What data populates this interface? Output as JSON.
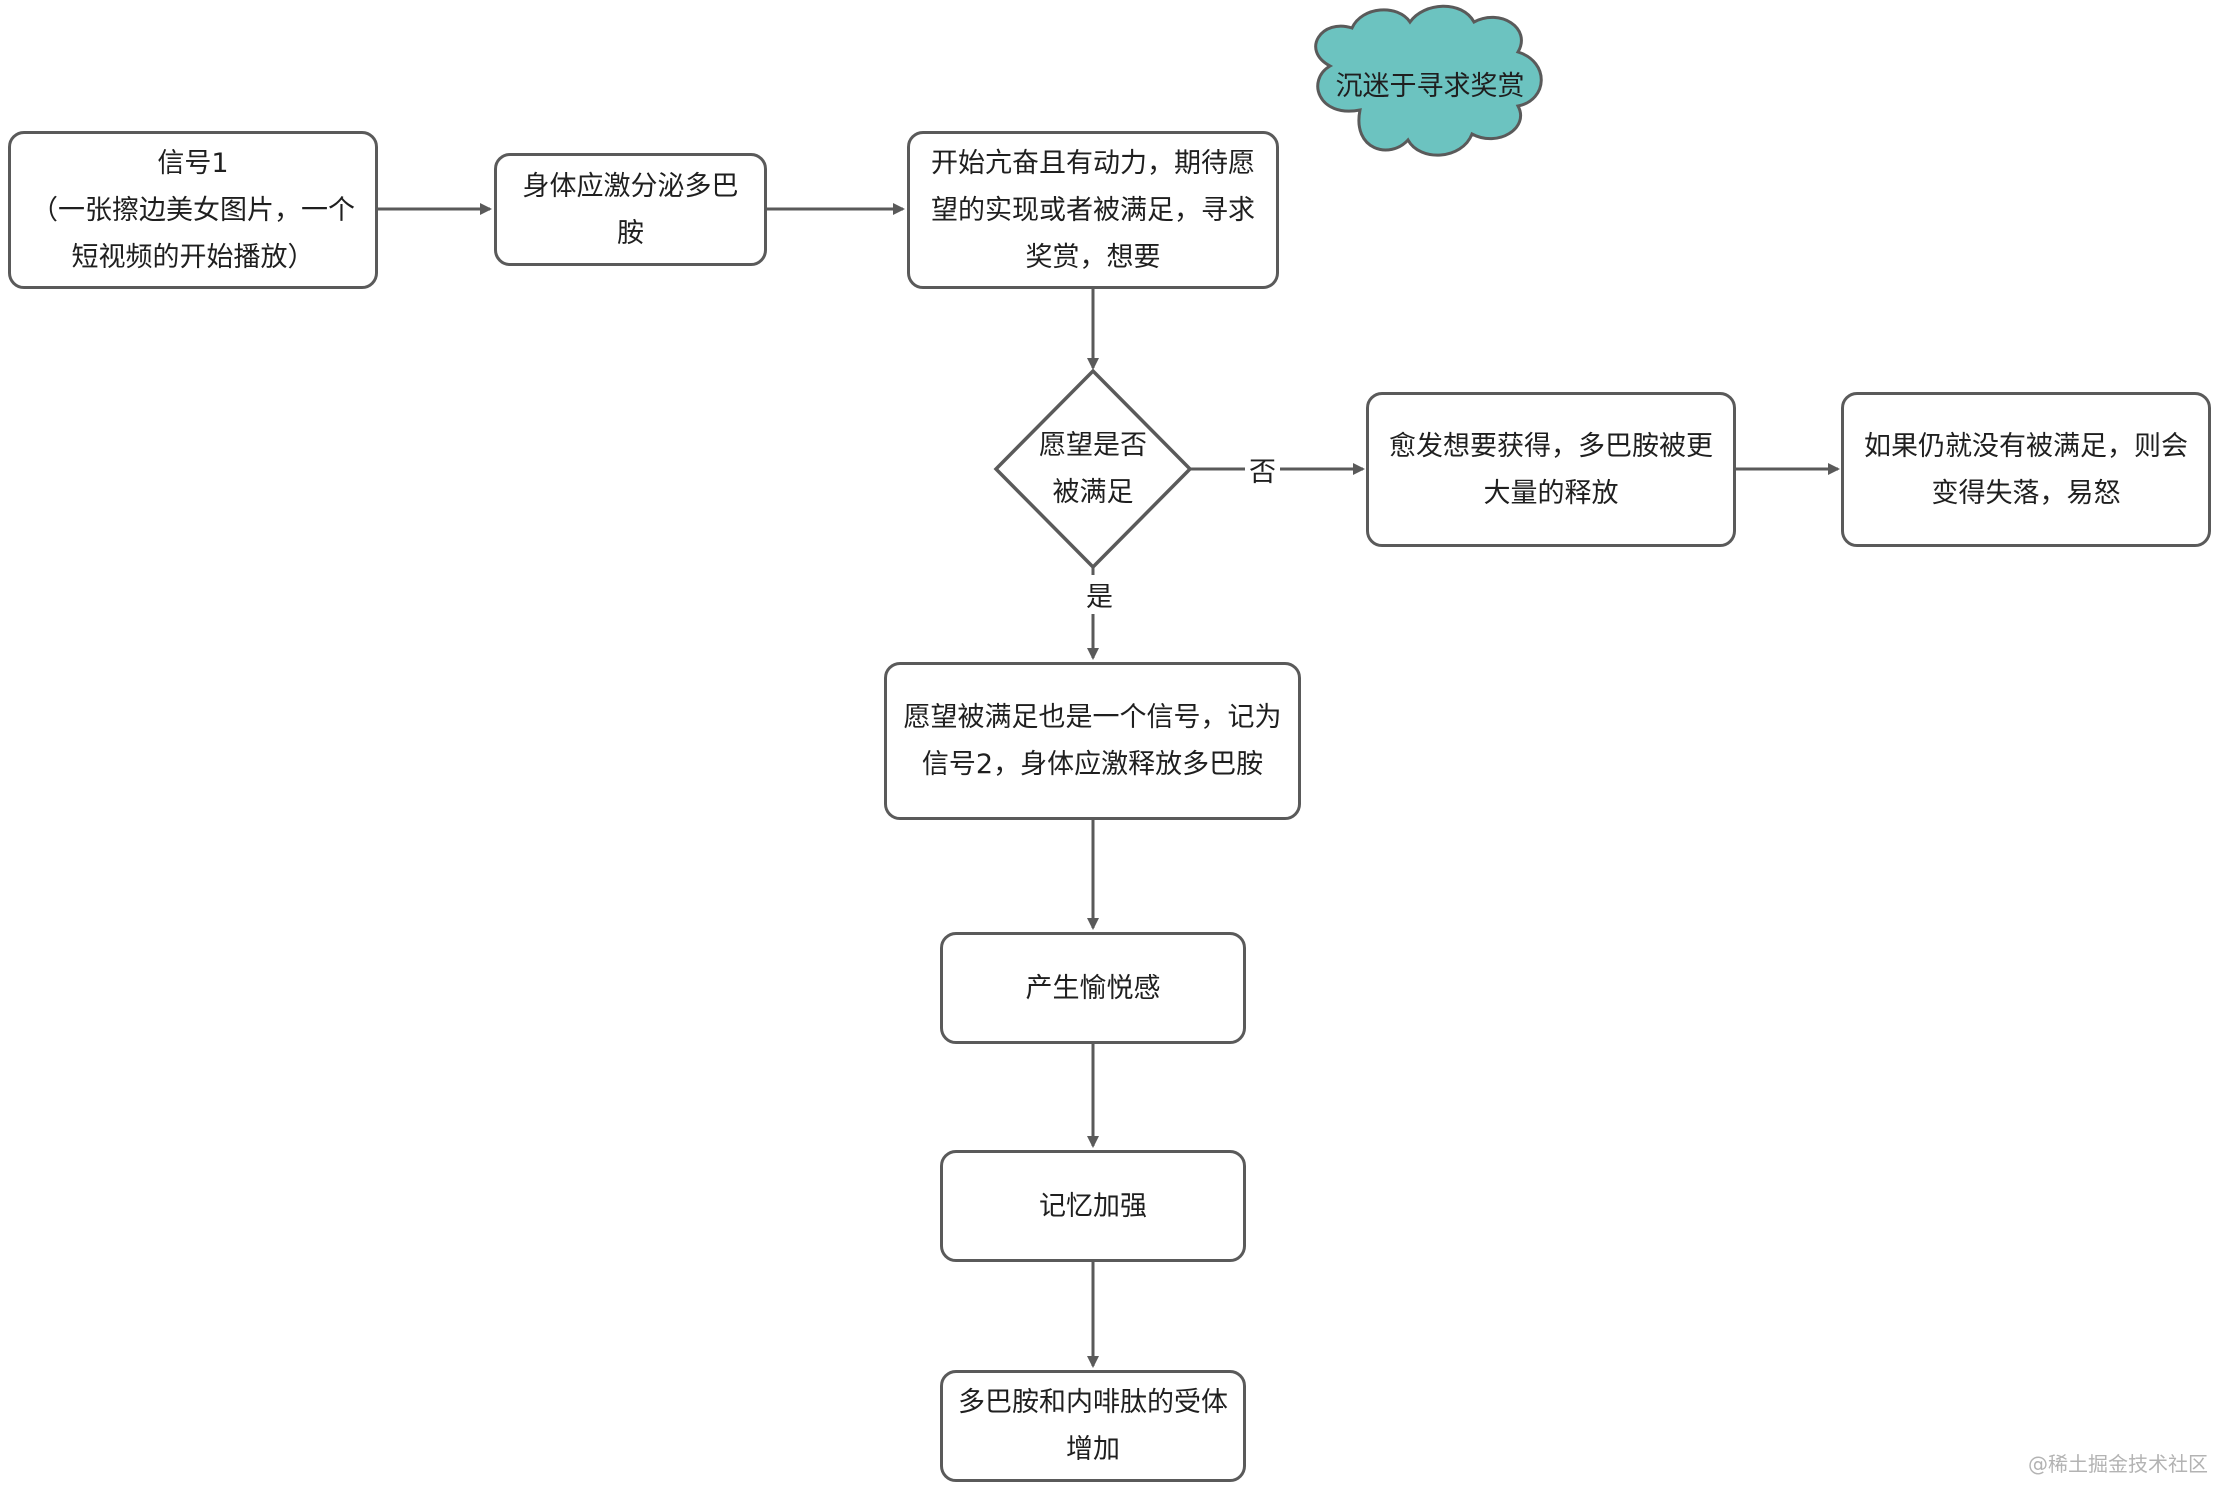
{
  "colors": {
    "stroke": "#5a5a5a",
    "cloud_fill": "#6cc3c0"
  },
  "cloud": {
    "text": "沉迷于寻求奖赏"
  },
  "nodes": {
    "signal1": {
      "line1": "信号1",
      "line2": "（一张擦边美女图片，一个",
      "line3": "短视频的开始播放）"
    },
    "secrete": {
      "text": "身体应激分泌多巴胺"
    },
    "excited": {
      "line1": "开始亢奋且有动力，期待愿",
      "line2": "望的实现或者被满足，寻求",
      "line3": "奖赏，想要"
    },
    "decision": {
      "line1": "愿望是否",
      "line2": "被满足"
    },
    "more_desire": {
      "line1": "愈发想要获得，多巴胺被更",
      "line2": "大量的释放"
    },
    "frustrated": {
      "line1": "如果仍就没有被满足，则会",
      "line2": "变得失落，易怒"
    },
    "signal2": {
      "line1": "愿望被满足也是一个信号，记为",
      "line2": "信号2，身体应激释放多巴胺"
    },
    "pleasure": {
      "text": "产生愉悦感"
    },
    "memory": {
      "text": "记忆加强"
    },
    "receptors": {
      "line1": "多巴胺和内啡肽的受体",
      "line2": "增加"
    }
  },
  "edge_labels": {
    "no": "否",
    "yes": "是"
  },
  "watermark": "@稀土掘金技术社区"
}
